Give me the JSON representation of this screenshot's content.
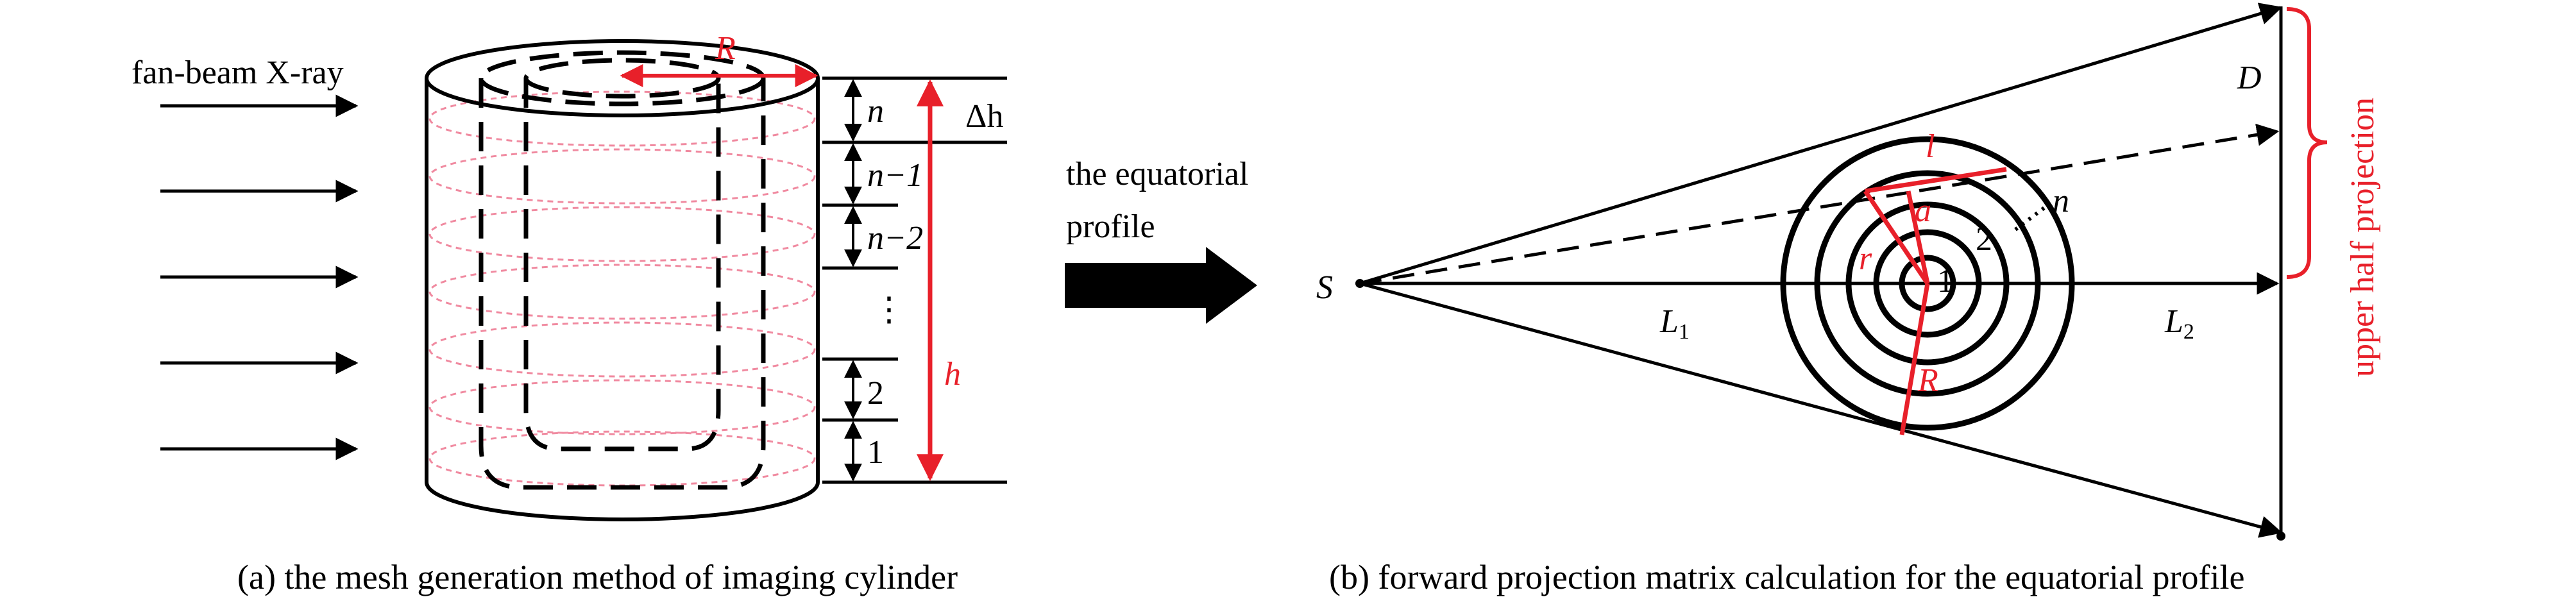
{
  "panel_a": {
    "xray_label": "fan-beam X-ray",
    "radius_label": "R",
    "slice_labels": {
      "n": "n",
      "n_minus_1": "n−1",
      "n_minus_2": "n−2",
      "ellipsis": "⋮",
      "two": "2",
      "one": "1"
    },
    "delta_h_label": "Δh",
    "height_label": "h",
    "caption": "(a) the mesh generation method of imaging cylinder"
  },
  "transition": {
    "label_line1": "the equatorial",
    "label_line2": "profile"
  },
  "panel_b": {
    "source_label": "S",
    "detector_label": "D",
    "l1_label": "L",
    "l1_sub": "1",
    "l2_label": "L",
    "l2_sub": "2",
    "ring_labels": {
      "one": "1",
      "two": "2",
      "n": "n"
    },
    "r_label": "r",
    "a_label": "a",
    "l_label": "l",
    "big_r_label": "R",
    "upper_half_label": "upper half projection",
    "caption": "(b) forward projection matrix calculation for the equatorial profile"
  },
  "colors": {
    "accent": "#e8202a",
    "ink": "#000000",
    "dashed_rings": "#f08aa0"
  }
}
